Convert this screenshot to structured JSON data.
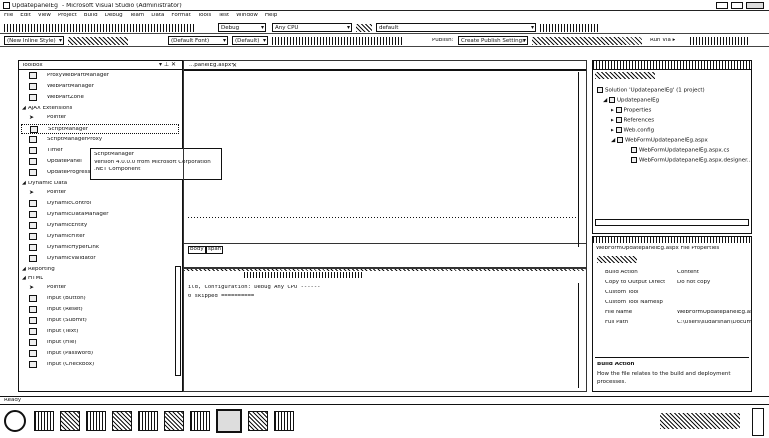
{
  "window": {
    "title": "UpdatepanelEg",
    "subtitle": "- Microsoft Visual Studio (Administrator)"
  },
  "menu": [
    "File",
    "Edit",
    "View",
    "Project",
    "Build",
    "Debug",
    "Team",
    "Data",
    "Format",
    "Tools",
    "Test",
    "Window",
    "Help"
  ],
  "toolbar1": {
    "config": "Debug",
    "platform": "Any CPU",
    "find": "default"
  },
  "toolbar2": {
    "style": "(New Inline Style)",
    "target": "(Default Font)",
    "size": "(Default)",
    "publish": "Publish:",
    "publish_settings": "Create Publish Settings",
    "run": "Run Via ▸"
  },
  "toolbox": {
    "title": "Toolbox",
    "items": [
      {
        "type": "item",
        "label": "ProxyWebPartManager"
      },
      {
        "type": "item",
        "label": "WebPartManager"
      },
      {
        "type": "item",
        "label": "WebPartZone"
      },
      {
        "type": "cat",
        "label": "AJAX Extensions"
      },
      {
        "type": "item",
        "label": "Pointer"
      },
      {
        "type": "item",
        "label": "ScriptManager"
      },
      {
        "type": "item",
        "label": "ScriptManagerProxy"
      },
      {
        "type": "item",
        "label": "Timer"
      },
      {
        "type": "item",
        "label": "UpdatePanel"
      },
      {
        "type": "item",
        "label": "UpdateProgress"
      },
      {
        "type": "cat",
        "label": "Dynamic Data"
      },
      {
        "type": "item",
        "label": "Pointer"
      },
      {
        "type": "item",
        "label": "DynamicControl"
      },
      {
        "type": "item",
        "label": "DynamicDataManager"
      },
      {
        "type": "item",
        "label": "DynamicEntity"
      },
      {
        "type": "item",
        "label": "DynamicFilter"
      },
      {
        "type": "item",
        "label": "DynamicHyperLink"
      },
      {
        "type": "item",
        "label": "DynamicValidator"
      },
      {
        "type": "cat",
        "label": "Reporting"
      },
      {
        "type": "cat",
        "label": "HTML"
      },
      {
        "type": "item",
        "label": "Pointer"
      },
      {
        "type": "item",
        "label": "Input (Button)"
      },
      {
        "type": "item",
        "label": "Input (Reset)"
      },
      {
        "type": "item",
        "label": "Input (Submit)"
      },
      {
        "type": "item",
        "label": "Input (Text)"
      },
      {
        "type": "item",
        "label": "Input (File)"
      },
      {
        "type": "item",
        "label": "Input (Password)"
      },
      {
        "type": "item",
        "label": "Input (Checkbox)"
      }
    ],
    "tooltip": {
      "line1": "ScriptManager",
      "line2": "Version 4.0.0.0 from Microsoft Corporation",
      "line3": ".NET Component"
    }
  },
  "editor": {
    "tab": "...panelEg.aspx*",
    "bottom_tabs": [
      "body",
      "span"
    ],
    "output_line1": "ild, Configuration: Debug Any CPU ------",
    "output_line2": "0 skipped =========="
  },
  "solution": {
    "root": "Solution 'UpdatepanelEg' (1 project)",
    "project": "UpdatepanelEg",
    "nodes": [
      "Properties",
      "References",
      "Web.config",
      "WebFormUpdatepanelEg.aspx"
    ],
    "subnodes": [
      "WebFormUpdatepanelEg.aspx.cs",
      "WebFormUpdatepanelEg.aspx.designer..."
    ]
  },
  "properties": {
    "title": "WebFormUpdatepanelEg.aspx File Properties",
    "rows": [
      {
        "k": "Build Action",
        "v": "Content"
      },
      {
        "k": "Copy to Output Direct",
        "v": "Do not copy"
      },
      {
        "k": "Custom Tool",
        "v": ""
      },
      {
        "k": "Custom Tool Namesp",
        "v": ""
      },
      {
        "k": "File Name",
        "v": "WebFormUpdatepanelEg.as"
      },
      {
        "k": "Full Path",
        "v": "C:\\Users\\sudarshan\\Docum"
      }
    ],
    "desc_title": "Build Action",
    "desc_text": "How the file relates to the build and deployment processes."
  },
  "status": {
    "text": "Ready"
  }
}
